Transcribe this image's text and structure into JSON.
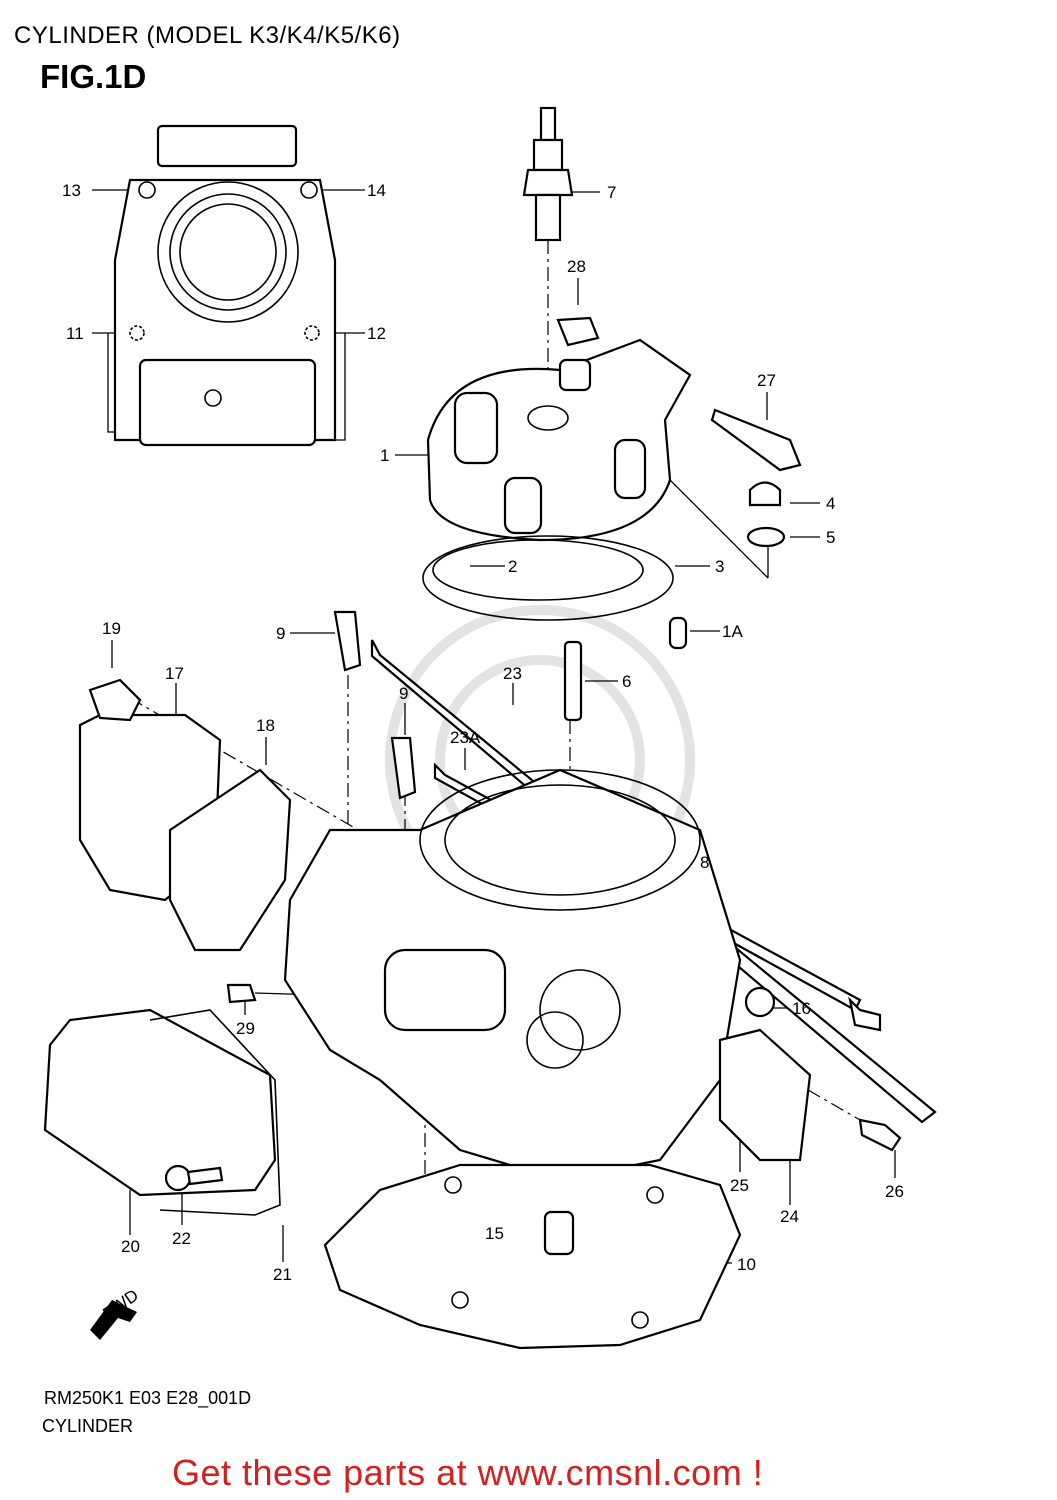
{
  "header": {
    "title": "CYLINDER (MODEL K3/K4/K5/K6)",
    "figure": "FIG.1D"
  },
  "footer": {
    "diagram_code": "RM250K1 E03 E28_001D",
    "subtitle": "CYLINDER",
    "promo": "Get these parts at www.cmsnl.com !"
  },
  "callouts": [
    "13",
    "14",
    "7",
    "28",
    "11",
    "12",
    "27",
    "1",
    "4",
    "5",
    "2",
    "3",
    "1A",
    "19",
    "9",
    "17",
    "23",
    "6",
    "9",
    "18",
    "23A",
    "8",
    "16",
    "29",
    "25",
    "26",
    "24",
    "20",
    "22",
    "21",
    "15",
    "10"
  ],
  "badge": "FWD",
  "colors": {
    "promo": "#d42020",
    "ink": "#000000"
  }
}
